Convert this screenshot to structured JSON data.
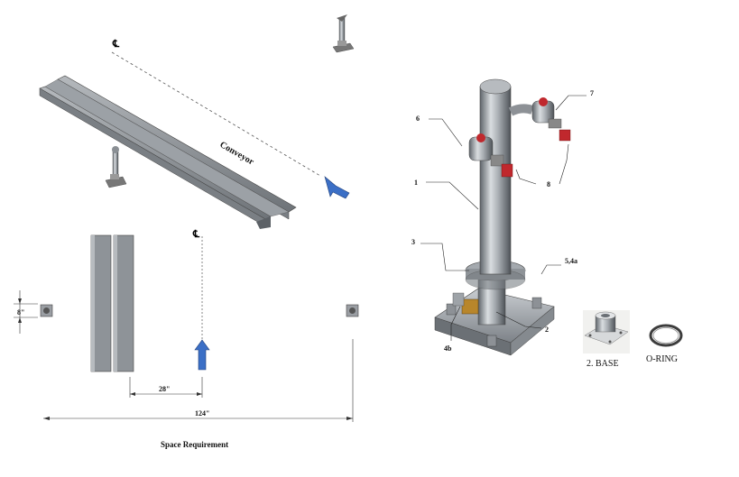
{
  "drawing": {
    "centerline_symbol": "℄",
    "conveyor_label": "Conveyor",
    "dim_side": "8\"",
    "dim_gap": "28\"",
    "dim_total": "124\"",
    "title": "Space Requirement"
  },
  "callouts": [
    "6",
    "7",
    "1",
    "8",
    "3",
    "5,4a",
    "2",
    "4b"
  ],
  "parts": {
    "base_label": "2. BASE",
    "oring_label": "O-RING"
  },
  "colors": {
    "arrow_blue": "#3b6fc6",
    "metal_light": "#c8ccd0",
    "metal_dark": "#6f757b",
    "valve_red": "#c0282d",
    "brass": "#b8862b"
  }
}
